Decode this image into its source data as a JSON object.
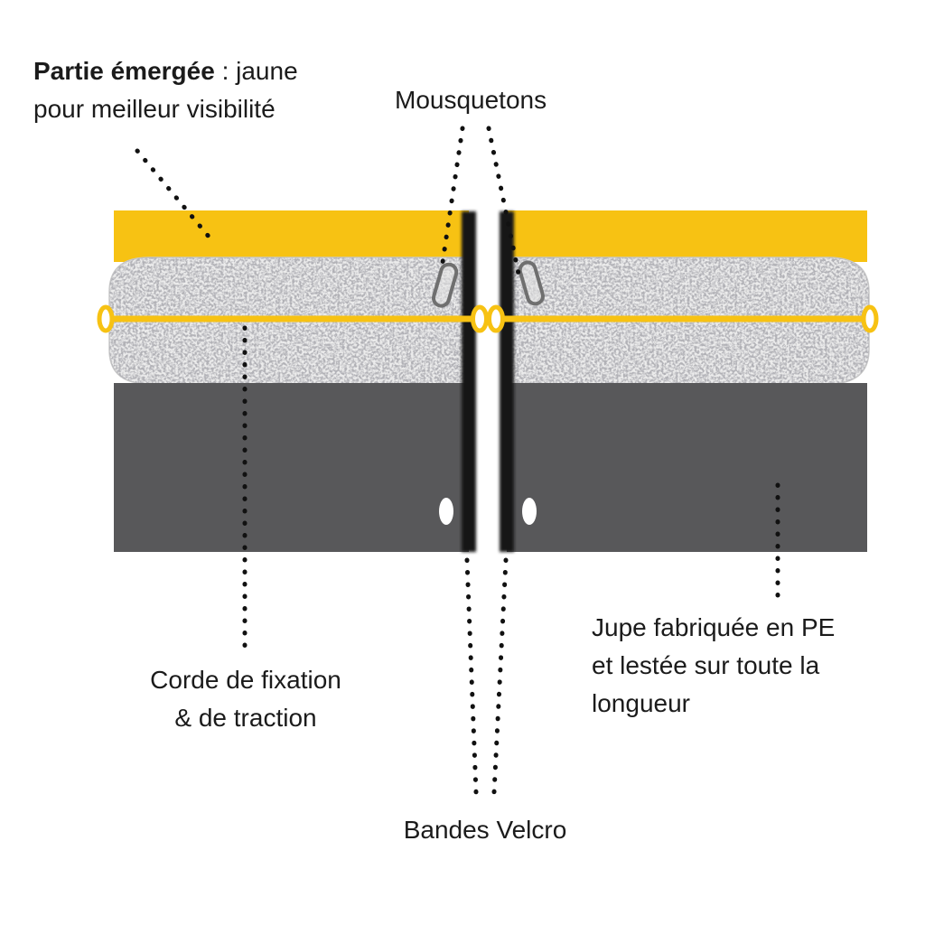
{
  "colors": {
    "highlight_yellow": "#F7C213",
    "float_grey": "#ECECEC",
    "float_edge": "#C9C9C9",
    "skirt_grey": "#58585A",
    "velcro_black": "#161616",
    "carabiner_grey": "#6F6F6F",
    "grommet_white": "#FFFFFF",
    "leader_dot": "#111111",
    "text": "#1B1B1B"
  },
  "labels": {
    "partie_emergee": {
      "bold": "Partie émergée",
      "rest": " : jaune",
      "line2": "pour meilleur visibilité"
    },
    "mousquetons": "Mousquetons",
    "corde": {
      "line1": "Corde de fixation",
      "line2": "& de traction"
    },
    "jupe": {
      "line1": "Jupe fabriquée en PE",
      "line2": "et lestée sur toute la",
      "line3": "longueur"
    },
    "bandes_velcro": "Bandes Velcro"
  }
}
